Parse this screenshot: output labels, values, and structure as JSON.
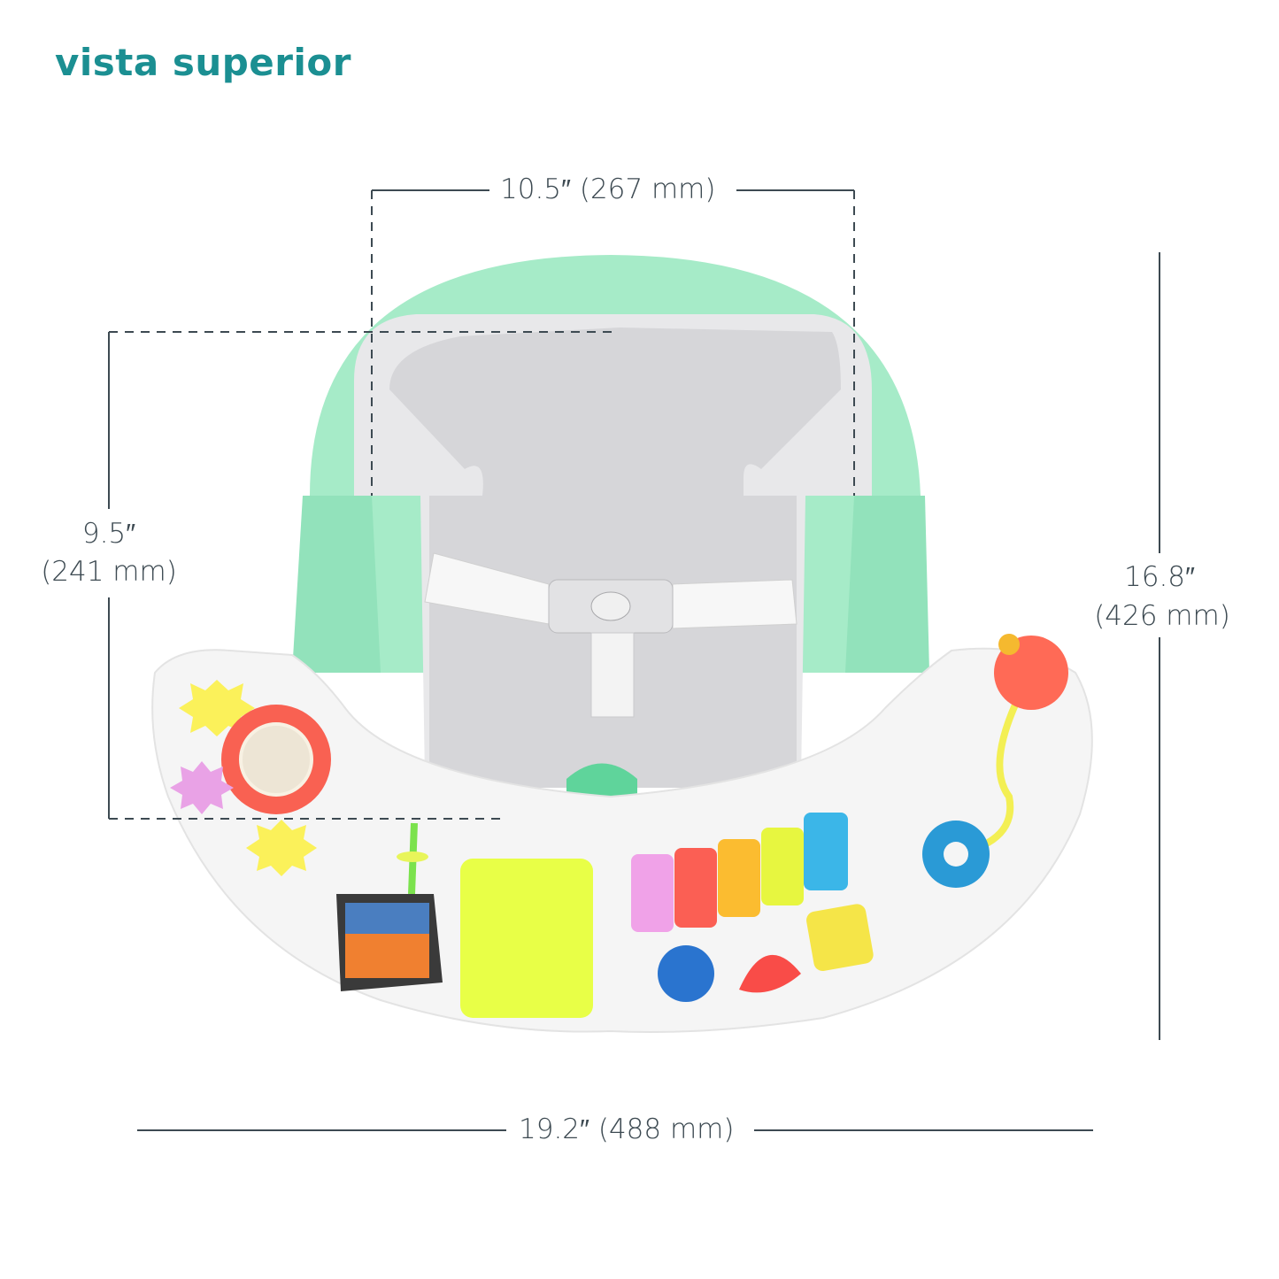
{
  "title": "vista superior",
  "dimensions": {
    "top_width": "10.5″ (267 mm)",
    "seat_depth_value": "9.5″",
    "seat_depth_mm": "(241 mm)",
    "height_value": "16.8″",
    "height_mm": "(426 mm)",
    "overall_width": "19.2″ (488 mm)"
  },
  "colors": {
    "accent": "#1b8f92",
    "dimension_line": "#3d4a52",
    "seat_green": "#a6ebc8",
    "seat_gray": "#d9d9dc",
    "tray_white": "#f6f6f6"
  }
}
